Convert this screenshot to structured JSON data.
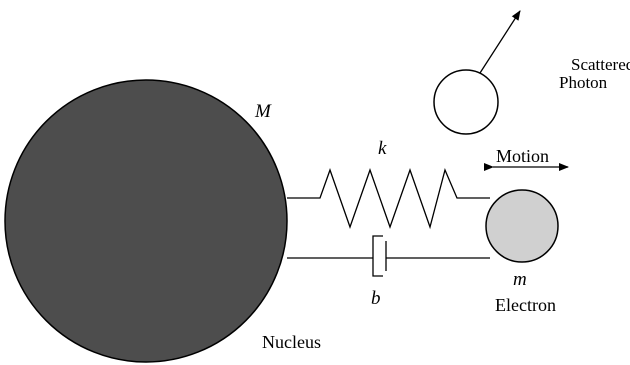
{
  "labels": {
    "nucleus_mass": "M",
    "nucleus": "Nucleus",
    "spring_constant": "k",
    "damping": "b",
    "electron_mass": "m",
    "electron": "Electron",
    "motion": "Motion",
    "scattered_line1": "Scattered",
    "scattered_line2": "Photon"
  },
  "colors": {
    "nucleus_fill": "#4d4d4d",
    "electron_fill": "#d0d0d0",
    "photon_fill": "#ffffff",
    "stroke": "#000000"
  }
}
